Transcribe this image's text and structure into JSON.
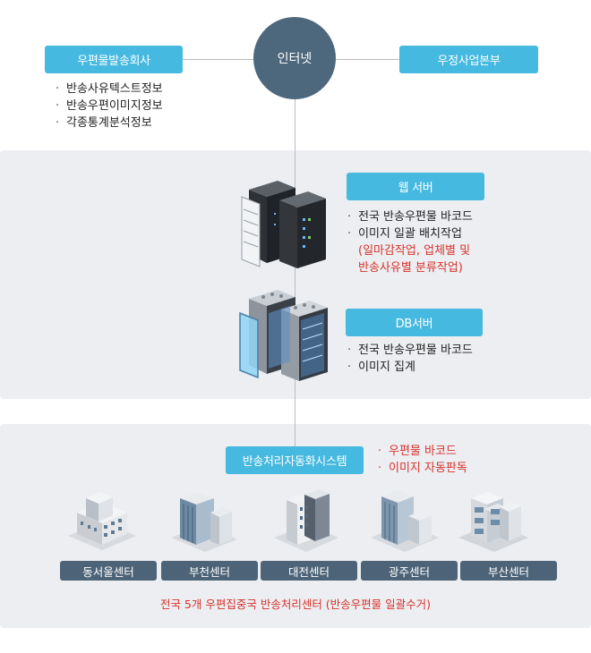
{
  "hub": {
    "label": "인터넷"
  },
  "left_node": {
    "label": "우편물발송회사",
    "items": [
      "반송사유텍스트정보",
      "반송우편이미지정보",
      "각종통계분석정보"
    ]
  },
  "right_node": {
    "label": "우정사업본부"
  },
  "web_server": {
    "label": "웹 서버",
    "items": [
      "전국 반송우편물 바코드",
      "이미지 일괄 배치작업"
    ],
    "note_lines": [
      "(일마감작업, 업체별 및",
      "반송사유별 분류작업)"
    ]
  },
  "db_server": {
    "label": "DB서버",
    "items": [
      "전국 반송우편물 바코드",
      "이미지 집계"
    ]
  },
  "system": {
    "label": "반송처리자동화시스템",
    "items": [
      "우편물 바코드",
      "이미지 자동판독"
    ]
  },
  "centers": [
    {
      "label": "동서울센터"
    },
    {
      "label": "부천센터"
    },
    {
      "label": "대전센터"
    },
    {
      "label": "광주센터"
    },
    {
      "label": "부산센터"
    }
  ],
  "footer": {
    "text": "전국 5개 우편집중국 반송처리센터 (반송우편물 일괄수거)"
  },
  "colors": {
    "pill": "#45b9df",
    "hub": "#4d677d",
    "center": "#4d6478",
    "red": "#d8322c",
    "panel": "#eceef1"
  }
}
